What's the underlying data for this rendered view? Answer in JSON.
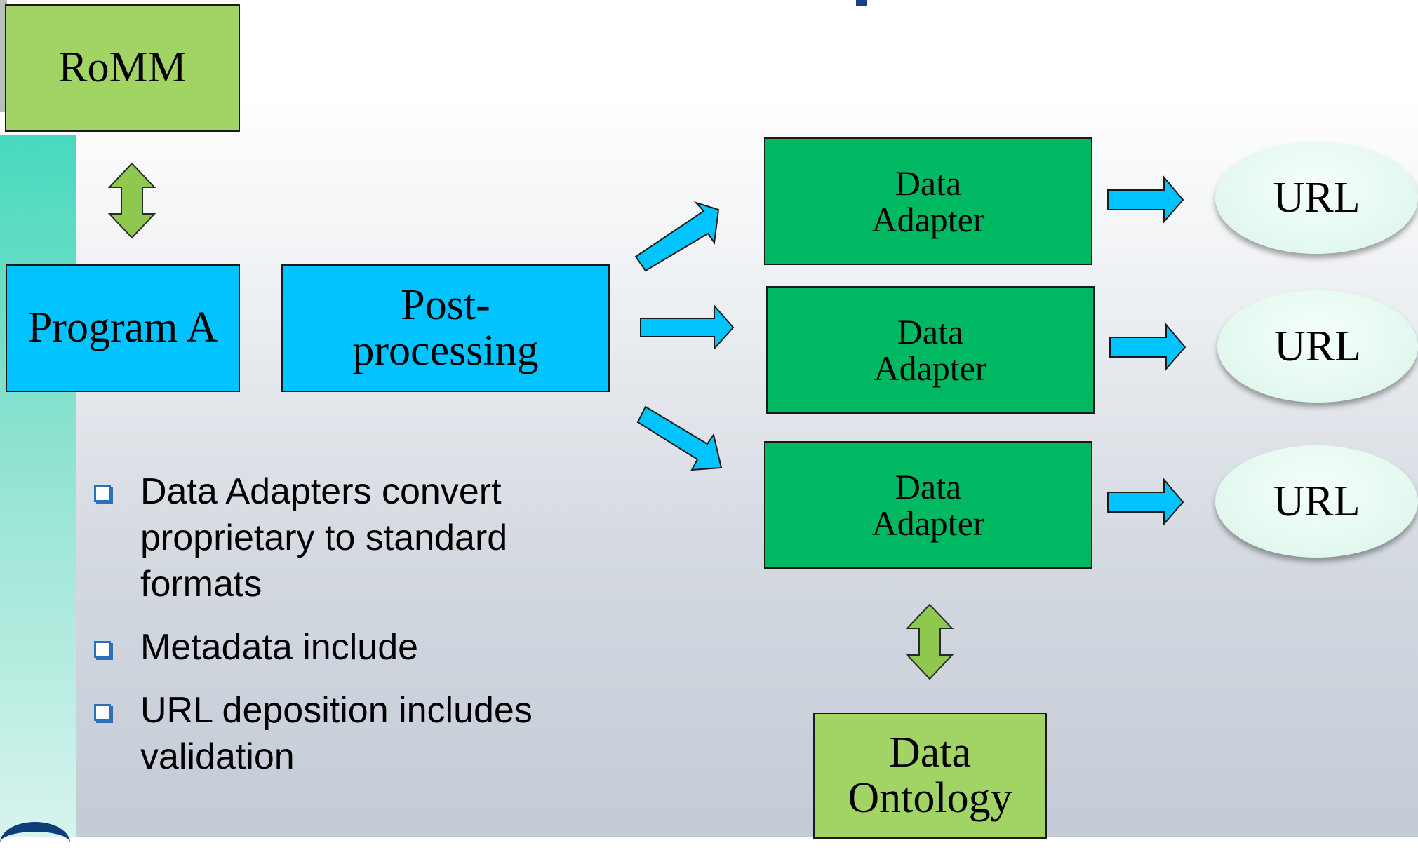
{
  "diagram": {
    "romm": "RoMM",
    "program_a": "Program A",
    "post_processing": [
      "Post-",
      "processing"
    ],
    "adapters": [
      [
        "Data",
        "Adapter"
      ],
      [
        "Data",
        "Adapter"
      ],
      [
        "Data",
        "Adapter"
      ]
    ],
    "urls": [
      "URL",
      "URL",
      "URL"
    ],
    "ontology": [
      "Data",
      "Ontology"
    ]
  },
  "bullets": [
    [
      "Data Adapters convert",
      "proprietary to standard",
      "formats"
    ],
    [
      "Metadata include"
    ],
    [
      "URL deposition includes",
      "validation"
    ]
  ],
  "colors": {
    "light_green": "#a2d365",
    "blue": "#00c3ff",
    "green": "#00b862",
    "arrow_blue": "#00c3ff",
    "arrow_green": "#8fc84e"
  }
}
